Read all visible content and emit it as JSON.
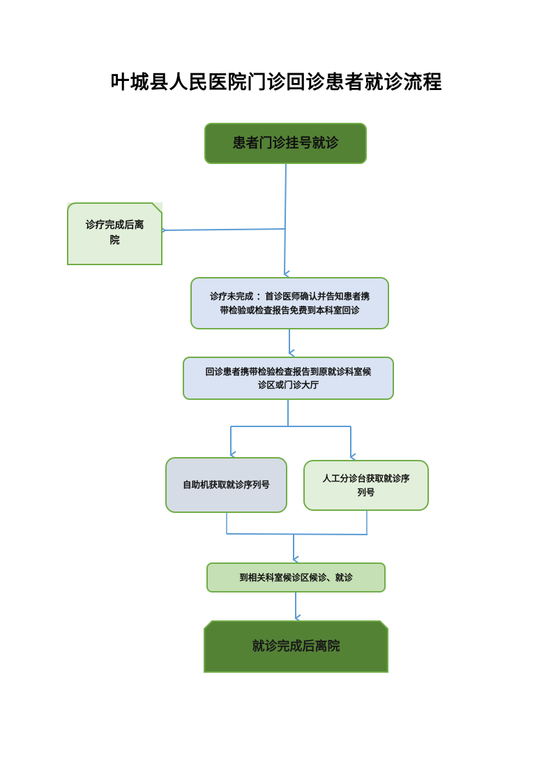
{
  "title": "叶城县人民医院门诊回诊患者就诊流程",
  "colors": {
    "dark_green_fill": "#548235",
    "green_border": "#70ad47",
    "light_green_fill": "#e2efda",
    "mid_green_fill": "#c5e0b4",
    "light_blue_fill": "#dae3f3",
    "gray_blue_fill": "#d6dce5",
    "arrow_blue": "#5b9bd5"
  },
  "nodes": {
    "start": {
      "lines": [
        "患者门诊挂号就诊"
      ]
    },
    "leave_after_treatment": {
      "lines": [
        "诊疗完成后离",
        "院"
      ]
    },
    "treatment_incomplete": {
      "lines": [
        "诊疗未完成 ：首诊医师确认并告知患者携",
        "带检验或检查报告免费到本科室回诊"
      ]
    },
    "return_visit": {
      "lines": [
        "回诊患者携带检验检查报告到原就诊科室候",
        "诊区或门诊大厅"
      ]
    },
    "kiosk_queue": {
      "lines": [
        "自助机获取就诊序列号"
      ]
    },
    "manual_queue": {
      "lines": [
        "人工分诊台获取就诊序",
        "列号"
      ]
    },
    "wait_for_consult": {
      "lines": [
        "到相关科室候诊区候诊、就诊"
      ]
    },
    "end": {
      "lines": [
        "就诊完成后离院"
      ]
    }
  }
}
